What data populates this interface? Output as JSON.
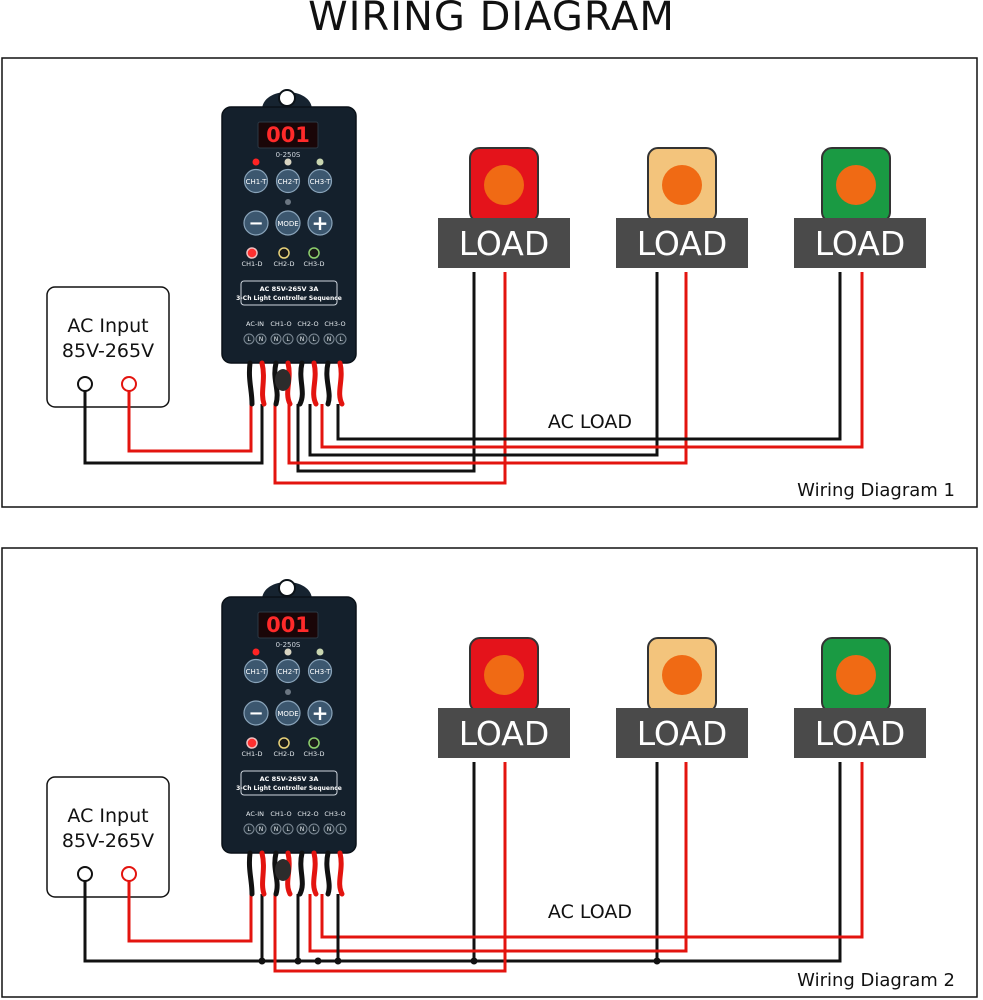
{
  "title": "WIRING DIAGRAM",
  "colors": {
    "wire_red": "#e3140f",
    "wire_black": "#111111",
    "load_plate": "#4a4a4a",
    "lamp_red": "#e4131b",
    "lamp_yellow": "#f3c47c",
    "lamp_green": "#1a9a43",
    "lamp_center": "#f06a14",
    "controller_body": "#14202c",
    "display_digits": "#ff2a2a"
  },
  "diagrams": [
    {
      "caption": "Wiring Diagram 1",
      "ac_input": {
        "line1": "AC Input",
        "line2": "85V-265V"
      },
      "ac_load_label": "AC LOAD",
      "loads": [
        "LOAD",
        "LOAD",
        "LOAD"
      ]
    },
    {
      "caption": "Wiring Diagram 2",
      "ac_input": {
        "line1": "AC Input",
        "line2": "85V-265V"
      },
      "ac_load_label": "AC LOAD",
      "loads": [
        "LOAD",
        "LOAD",
        "LOAD"
      ]
    }
  ],
  "controller": {
    "display": "001",
    "range_label": "0-250S",
    "buttons_top": [
      "CH1-T",
      "CH2-T",
      "CH3-T"
    ],
    "button_minus": "−",
    "button_mode": "MODE",
    "button_plus": "+",
    "indicators": [
      "CH1-D",
      "CH2-D",
      "CH3-D"
    ],
    "spec_line1": "AC 85V-265V  3A",
    "spec_line2": "3-Ch Light Controller Sequence",
    "terminal_groups": [
      "AC-IN",
      "CH1-O",
      "CH2-O",
      "CH3-O"
    ],
    "terminal_pins": [
      "L",
      "N",
      "N",
      "L",
      "N",
      "L",
      "N",
      "L"
    ]
  }
}
